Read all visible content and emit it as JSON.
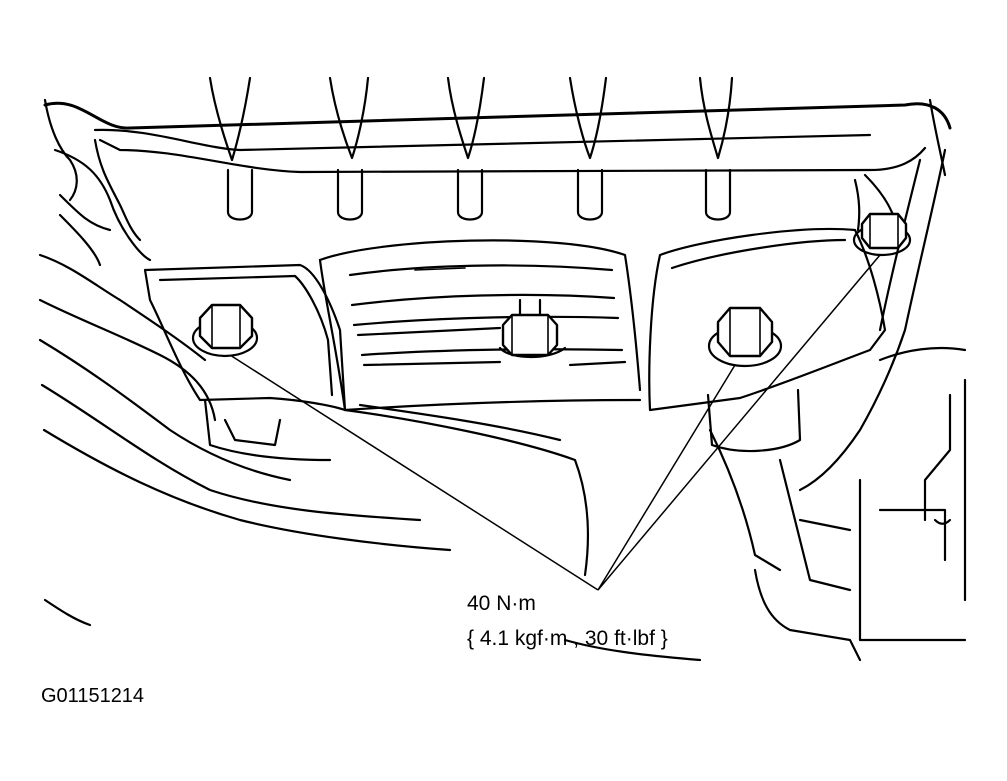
{
  "diagram": {
    "torque_value": "40 N·m",
    "torque_conversion": "{ 4.1 kgf·m , 30 ft·lbf }",
    "figure_id": "G01151214"
  }
}
